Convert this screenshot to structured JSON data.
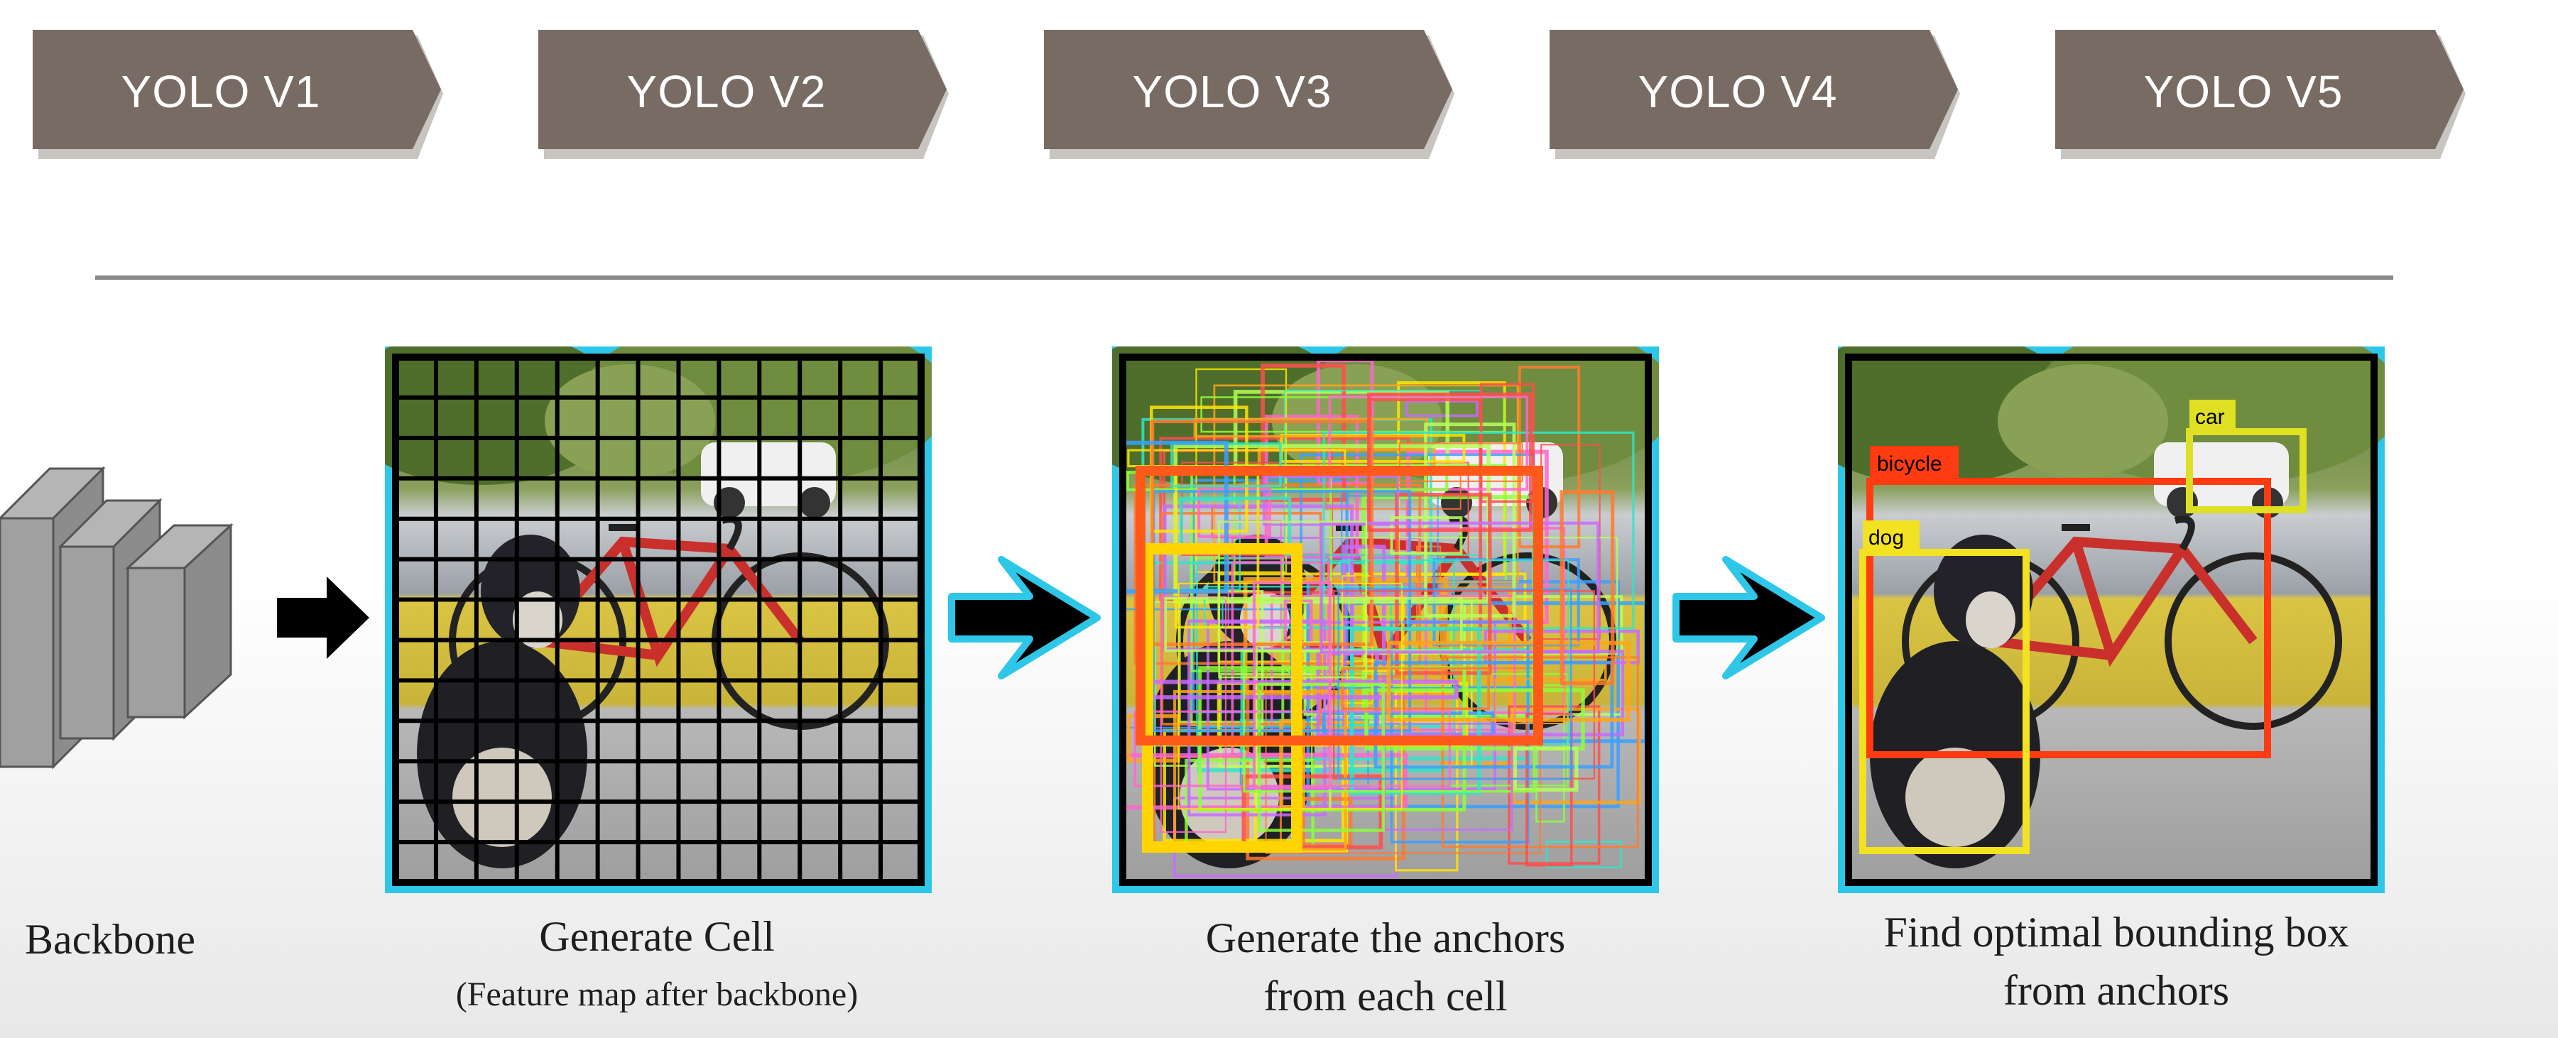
{
  "timeline": {
    "items": [
      {
        "label": "YOLO V1"
      },
      {
        "label": "YOLO V2"
      },
      {
        "label": "YOLO V3"
      },
      {
        "label": "YOLO V4"
      },
      {
        "label": "YOLO V5"
      }
    ],
    "color": "#776b63"
  },
  "stages": {
    "backbone": {
      "label": "Backbone"
    },
    "cell": {
      "label": "Generate Cell",
      "sublabel": "(Feature map after backbone)"
    },
    "anchors": {
      "line1": "Generate the anchors",
      "line2": "from each cell"
    },
    "boxes": {
      "line1": "Find optimal bounding box",
      "line2": "from anchors"
    }
  },
  "detections": [
    {
      "label": "bicycle",
      "color": "#ff3b12"
    },
    {
      "label": "dog",
      "color": "#f2e222"
    },
    {
      "label": "car",
      "color": "#dfe024"
    }
  ],
  "colors": {
    "frame": "#2ec7e8",
    "arrow": "#000000",
    "arrow_glow": "#2ec7e8"
  }
}
